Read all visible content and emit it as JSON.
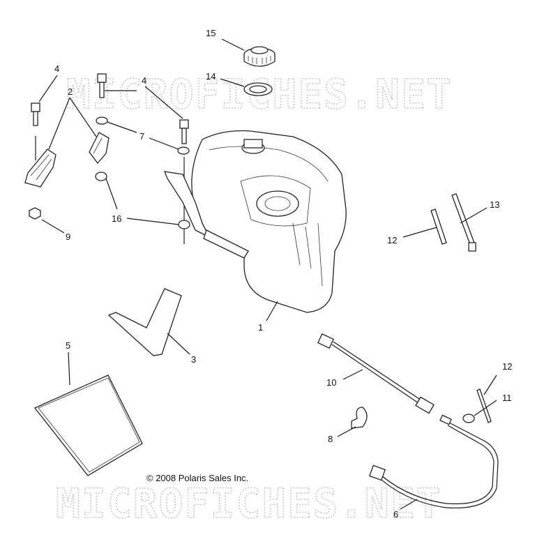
{
  "watermark": "MICROFICHES.NET",
  "copyright": "© 2008 Polaris Sales Inc.",
  "callouts": [
    {
      "id": "c15",
      "label": "15"
    },
    {
      "id": "c14",
      "label": "14"
    },
    {
      "id": "c4a",
      "label": "4"
    },
    {
      "id": "c4b",
      "label": "4"
    },
    {
      "id": "c2",
      "label": "2"
    },
    {
      "id": "c7",
      "label": "7"
    },
    {
      "id": "c16",
      "label": "16"
    },
    {
      "id": "c9",
      "label": "9"
    },
    {
      "id": "c13",
      "label": "13"
    },
    {
      "id": "c12a",
      "label": "12"
    },
    {
      "id": "c1",
      "label": "1"
    },
    {
      "id": "c3",
      "label": "3"
    },
    {
      "id": "c5",
      "label": "5"
    },
    {
      "id": "c10",
      "label": "10"
    },
    {
      "id": "c12b",
      "label": "12"
    },
    {
      "id": "c11",
      "label": "11"
    },
    {
      "id": "c8",
      "label": "8"
    },
    {
      "id": "c6",
      "label": "6"
    }
  ],
  "colors": {
    "line": "#1a1a1a",
    "watermark": "#c8c8c8",
    "background": "#ffffff"
  }
}
